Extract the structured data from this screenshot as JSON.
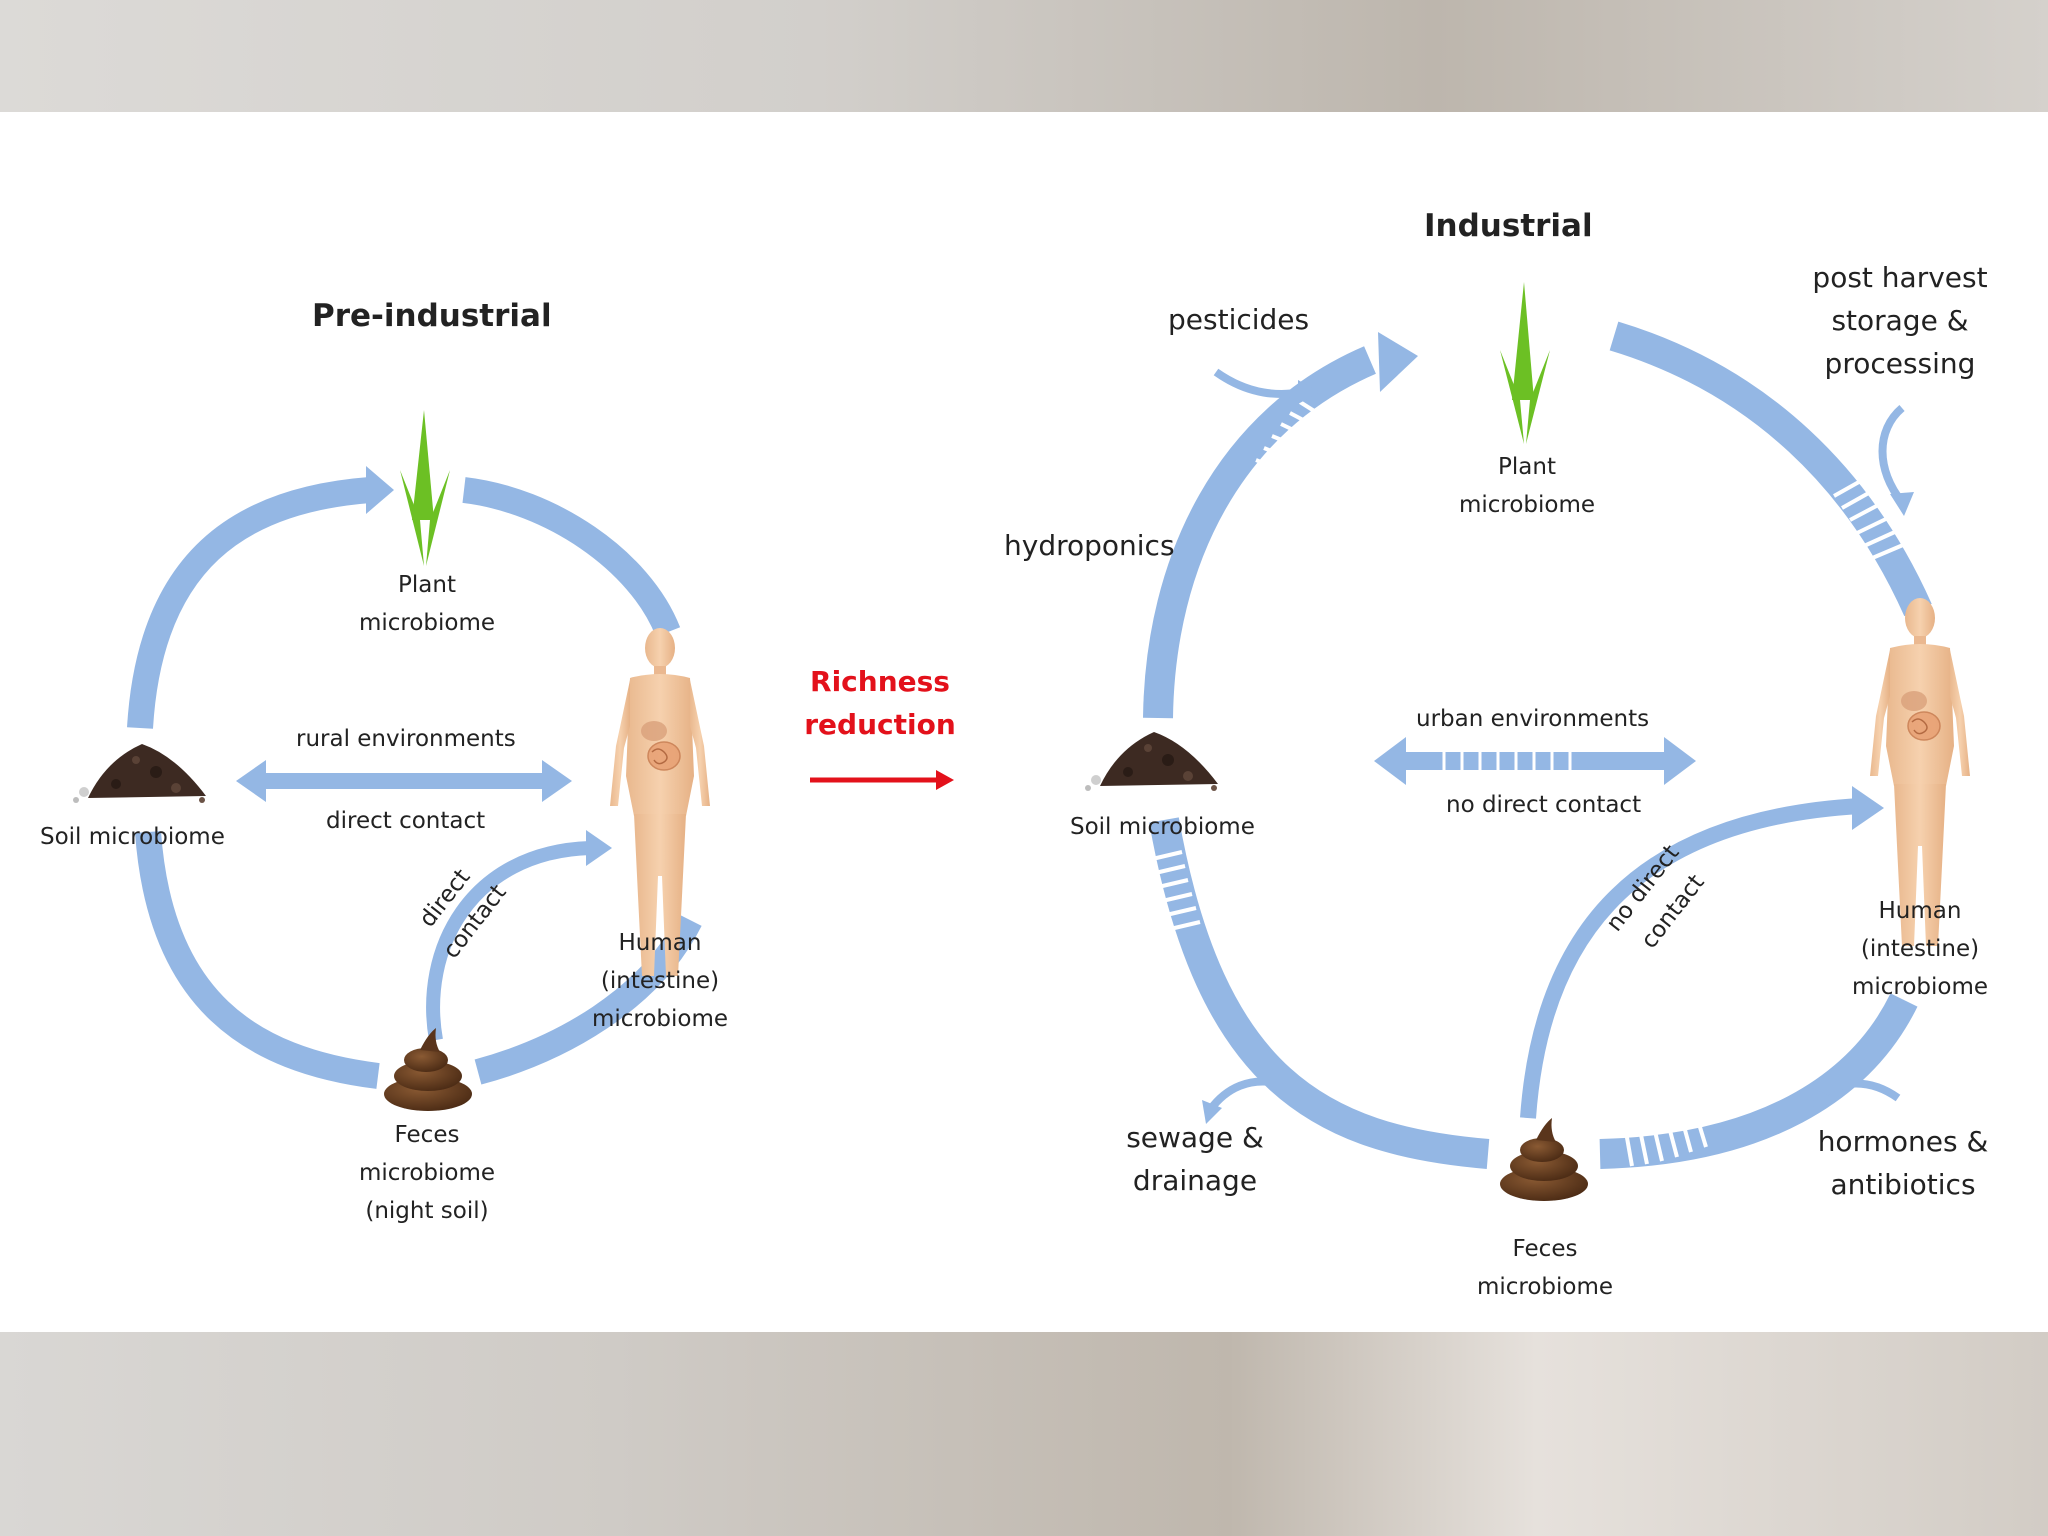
{
  "diagram": {
    "colors": {
      "arrow": "#94b7e4",
      "plant": "#6cc024",
      "richness": "#e3111b",
      "poop": "#5a351c",
      "soil": "#3d2a22",
      "skin": "#f3c8a2"
    },
    "pre_industrial": {
      "title": "Pre-industrial",
      "plant_label": [
        "Plant",
        "microbiome"
      ],
      "soil_label": "Soil microbiome",
      "human_label": [
        "Human",
        "(intestine)",
        "microbiome"
      ],
      "feces_label": [
        "Feces",
        "microbiome",
        "(night soil)"
      ],
      "rural": "rural environments",
      "direct_contact": "direct contact",
      "direct_contact_diag": [
        "direct",
        "contact"
      ]
    },
    "transition": {
      "label": [
        "Richness",
        "reduction"
      ]
    },
    "industrial": {
      "title": "Industrial",
      "plant_label": [
        "Plant",
        "microbiome"
      ],
      "soil_label": "Soil microbiome",
      "human_label": [
        "Human",
        "(intestine)",
        "microbiome"
      ],
      "feces_label": [
        "Feces",
        "microbiome"
      ],
      "urban": "urban environments",
      "no_direct_contact": "no direct contact",
      "no_direct_contact_diag": [
        "no direct",
        "contact"
      ],
      "pesticides": "pesticides",
      "hydroponics": "hydroponics",
      "post_harvest": [
        "post harvest",
        "storage &",
        "processing"
      ],
      "sewage": [
        "sewage &",
        "drainage"
      ],
      "hormones": [
        "hormones &",
        "antibiotics"
      ]
    }
  }
}
